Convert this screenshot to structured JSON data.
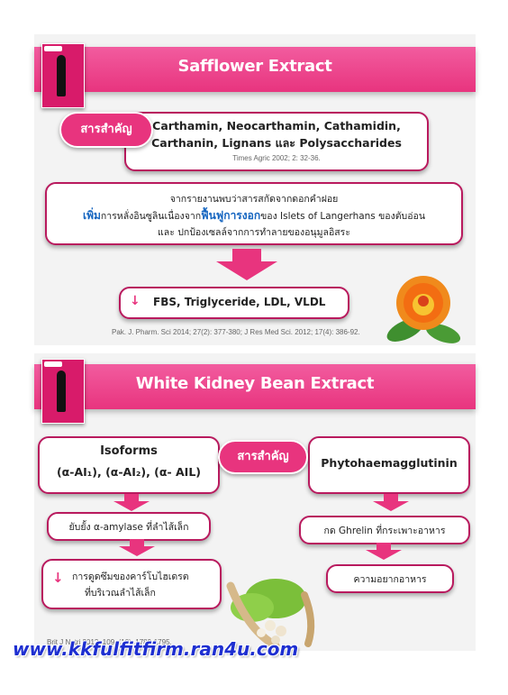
{
  "slide1": {
    "title": "Safflower Extract",
    "badge": "สารสำคัญ",
    "compounds_line1": "Carthamin, Neocarthamin, Cathamidin,",
    "compounds_line2": "Carthanin, Lignans และ Polysaccharides",
    "ref1": "Times Agric 2002; 2: 32-36.",
    "finding_line1": "จากรายงานพบว่าสารสกัดจากดอกคำฝอย",
    "finding_hl1": "เพิ่ม",
    "finding_mid1": "การหลั่งอินซูลินเนื่องจาก",
    "finding_hl2": "ฟื้นฟูการงอก",
    "finding_mid2": "ของ Islets of Langerhans ของตับอ่อน",
    "finding_line3": "และ ปกป้องเซลล์จากการทำลายของอนุมูลอิสระ",
    "result_arrow": "↓",
    "result": "FBS, Triglyceride, LDL, VLDL",
    "ref2": "Pak. J. Pharm. Sci 2014; 27(2): 377-380; J Res Med Sci. 2012; 17(4): 386-92."
  },
  "slide2": {
    "title": "White Kidney Bean Extract",
    "badge": "สารสำคัญ",
    "left_title": "Isoforms",
    "left_sub": "(α-AI₁), (α-AI₂), (α- AIL)",
    "right_title": "Phytohaemagglutinin",
    "left_step1": "ยับยั้ง α-amylase ที่ลำไส้เล็ก",
    "left_step2_arrow": "↓",
    "left_step2_line1": "การดูดซึมของคาร์โบไฮเดรต",
    "left_step2_line2": "ที่บริเวณลำไส้เล็ก",
    "right_step1": "กด  Ghrelin ที่กระเพาะอาหาร",
    "right_step2": "ความอยากอาหาร",
    "ref": "Brit J Nutri 2013; 109: (10): 1789-1795."
  },
  "watermark": "www.kkfulfitfirm.ran4u.com",
  "colors": {
    "brand": "#e8347e",
    "border": "#b91a5e",
    "highlight": "#1565c0",
    "watermark": "#1e2fd1"
  }
}
